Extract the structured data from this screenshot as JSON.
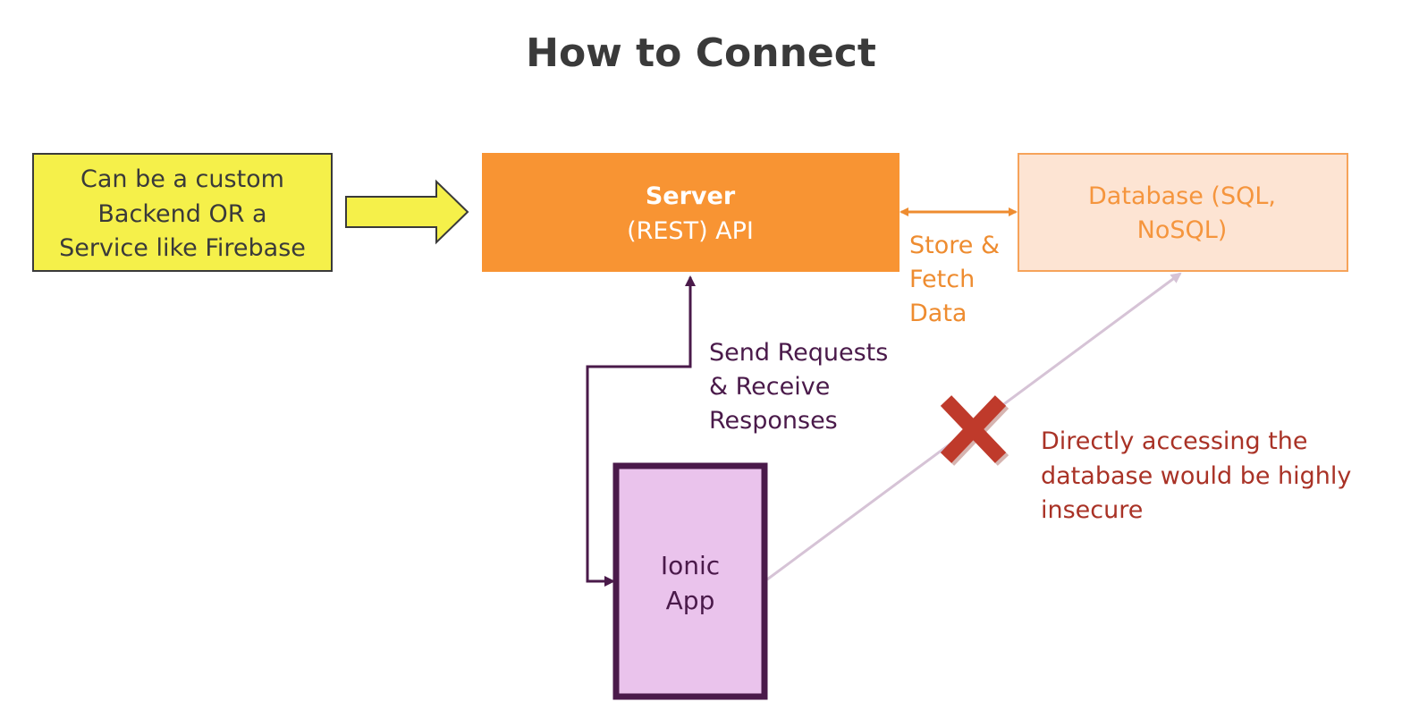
{
  "title": "How to Connect",
  "backend_note": {
    "lines": [
      "Can be a custom",
      "Backend OR a",
      "Service like Firebase"
    ]
  },
  "server": {
    "title": "Server",
    "subtitle": "(REST) API"
  },
  "database": {
    "lines": [
      "Database (SQL,",
      "NoSQL)"
    ]
  },
  "store_fetch": {
    "lines": [
      "Store &",
      "Fetch",
      "Data"
    ]
  },
  "requests": {
    "lines": [
      "Send Requests",
      "& Receive",
      "Responses"
    ]
  },
  "app": {
    "lines": [
      "Ionic",
      "App"
    ]
  },
  "warning": {
    "lines": [
      "Directly accessing the",
      "database would be highly",
      "insecure"
    ]
  },
  "colors": {
    "note_fill": "#f5f04a",
    "server_fill": "#f89433",
    "database_fill": "#fde4d3",
    "database_border": "#f6a35a",
    "app_fill": "#eac3ec",
    "app_border": "#4a1a4a",
    "warning": "#a93226",
    "cross": "#bf3a2b",
    "direct_line": "#d6c3d6"
  }
}
